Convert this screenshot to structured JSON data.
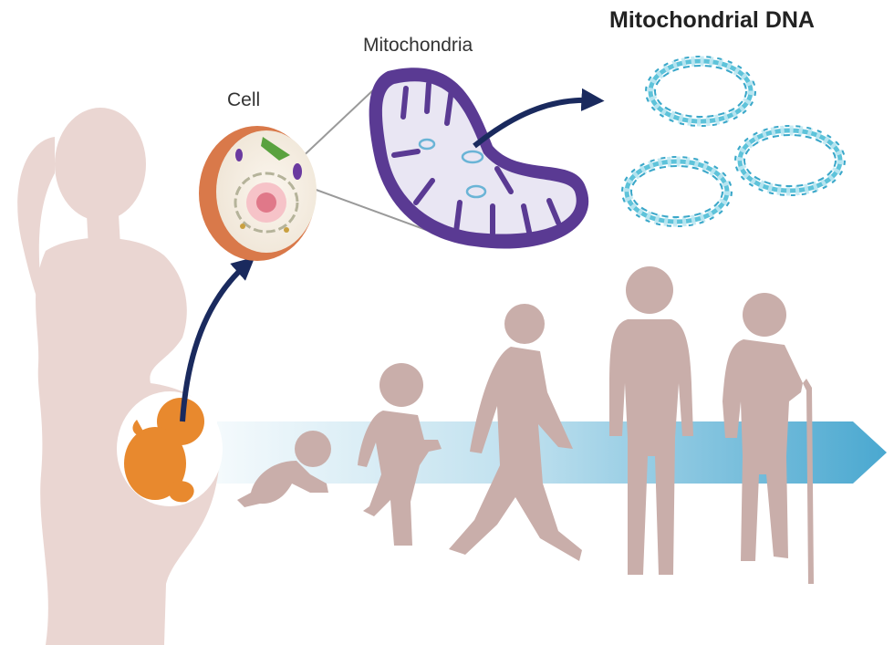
{
  "labels": {
    "cell": "Cell",
    "mitochondria": "Mitochondria",
    "mitochondrial_dna": "Mitochondrial DNA"
  },
  "colors": {
    "silhouette": "#c9aeaa",
    "mother_silhouette": "#ead6d2",
    "fetus": "#e8892e",
    "arrow": "#1a2a5e",
    "timeline": "#4aa8d0",
    "mitochondrion_outer": "#5a3a93",
    "mitochondrion_inner": "#e9e6f3",
    "cell_membrane": "#d9794a",
    "dna_helix": "#5ec3da"
  },
  "icons": {
    "mother": "pregnant-woman-silhouette-icon",
    "fetus": "fetus-icon",
    "cell": "cell-cross-section-icon",
    "mitochondrion": "mitochondrion-icon",
    "mtdna": "circular-dna-icon",
    "life_stages": [
      "crawling-baby-icon",
      "running-child-icon",
      "walking-teen-icon",
      "standing-adult-icon",
      "elderly-with-cane-icon"
    ]
  }
}
